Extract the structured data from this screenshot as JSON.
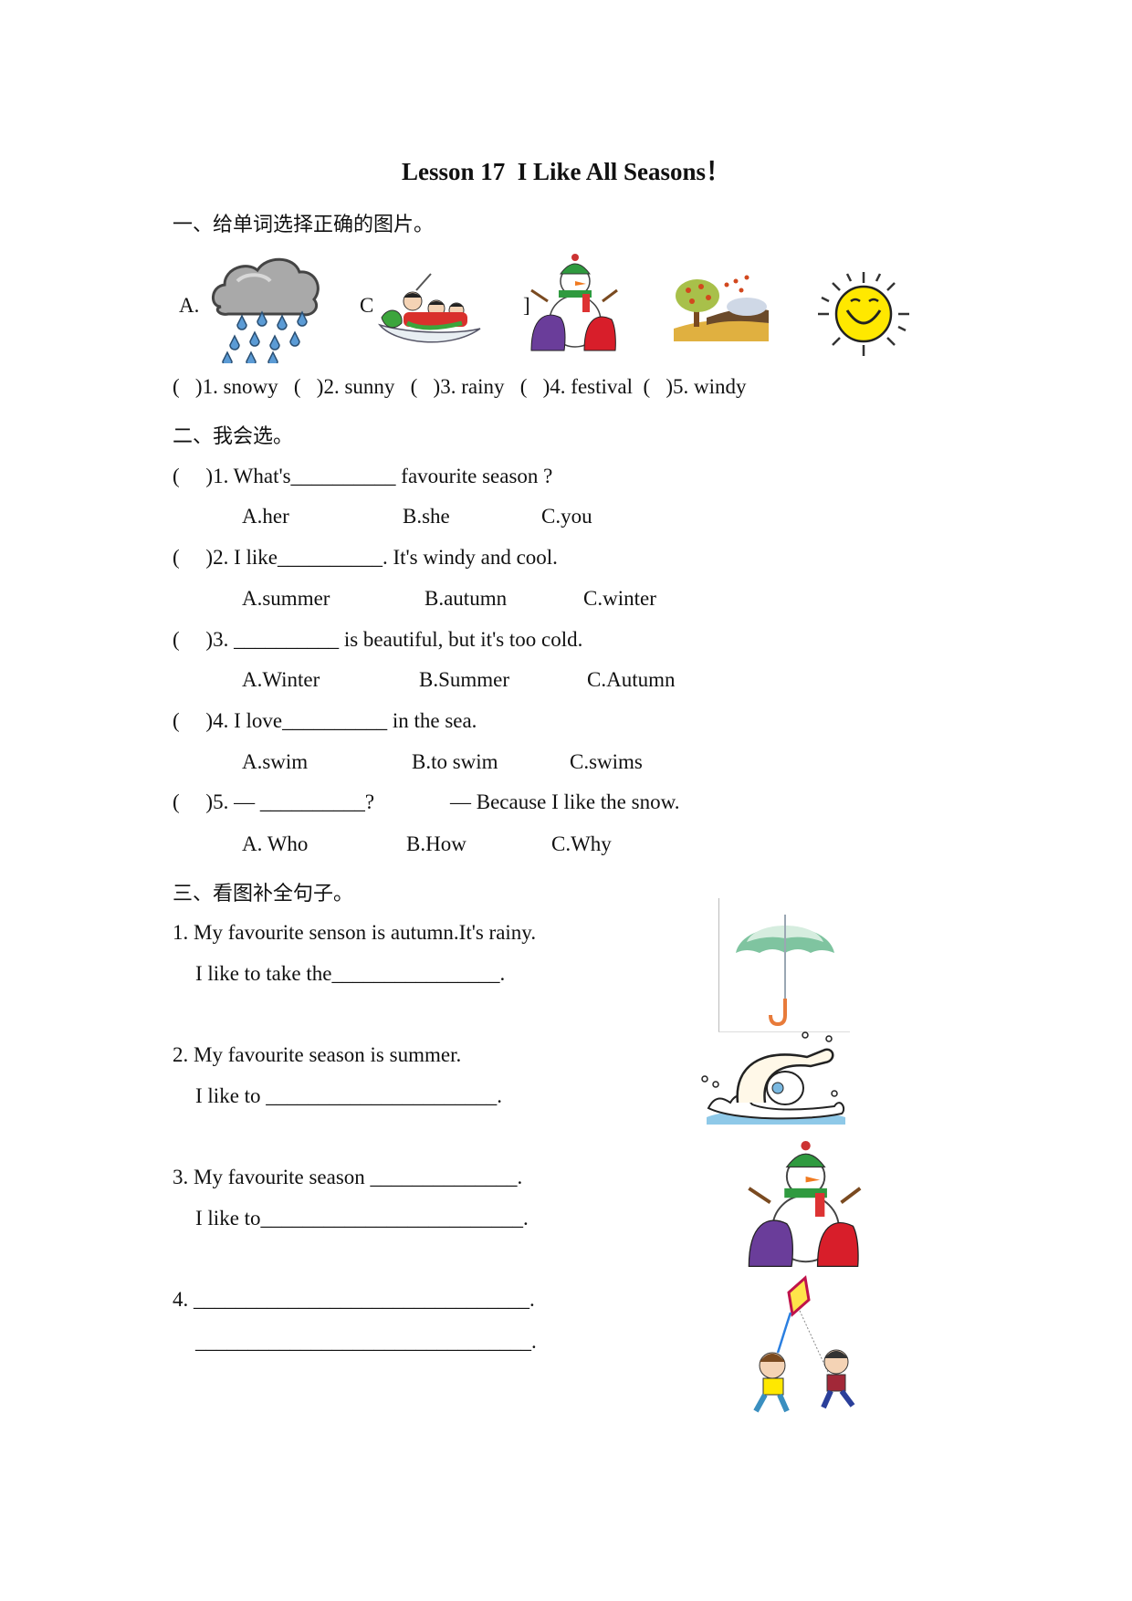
{
  "title": "Lesson 17  I Like All Seasons！",
  "section1": {
    "heading": "一、给单词选择正确的图片。",
    "picture_labels": [
      "A.",
      "C",
      "]"
    ],
    "pictures": [
      "rain-cloud",
      "dragon-boat-festival",
      "snowman-with-children",
      "windy-autumn-landscape",
      "smiling-sun"
    ],
    "words_line": "(   )1. snowy   (   )2. sunny   (   )3. rainy   (   )4. festival  (   )5. windy"
  },
  "section2": {
    "heading": "二、我会选。",
    "questions": [
      {
        "stem": "(     )1. What's__________ favourite season ?",
        "options": [
          "A.her",
          "B.she",
          "C.you"
        ]
      },
      {
        "stem": "(     )2. I like__________. It's windy and cool.",
        "options": [
          "A.summer",
          "B.autumn",
          "C.winter"
        ]
      },
      {
        "stem": "(     )3. __________ is beautiful, but it's too cold.",
        "options": [
          "A.Winter",
          "B.Summer",
          "C.Autumn"
        ]
      },
      {
        "stem": "(     )4. I love__________ in the sea.",
        "options": [
          "A.swim",
          "B.to swim",
          "C.swims"
        ]
      },
      {
        "stem": "(     )5. — __________?",
        "reply": "— Because I like the snow.",
        "options": [
          "A. Who",
          "B.How",
          "C.Why"
        ]
      }
    ]
  },
  "section3": {
    "heading": "三、看图补全句子。",
    "items": [
      {
        "line1": "1. My favourite senson is autumn.It's rainy.",
        "line2": "I like to take the________________.",
        "picture": "umbrella"
      },
      {
        "line1": "2. My favourite season is summer.",
        "line2": "I like to ______________________.",
        "picture": "swimmer"
      },
      {
        "line1": "3. My favourite season ______________.",
        "line2": "I like to_________________________.",
        "picture": "snowman-with-children"
      },
      {
        "line1": "4. ________________________________.",
        "line2": "________________________________.",
        "picture": "kids-flying-kite"
      }
    ]
  }
}
